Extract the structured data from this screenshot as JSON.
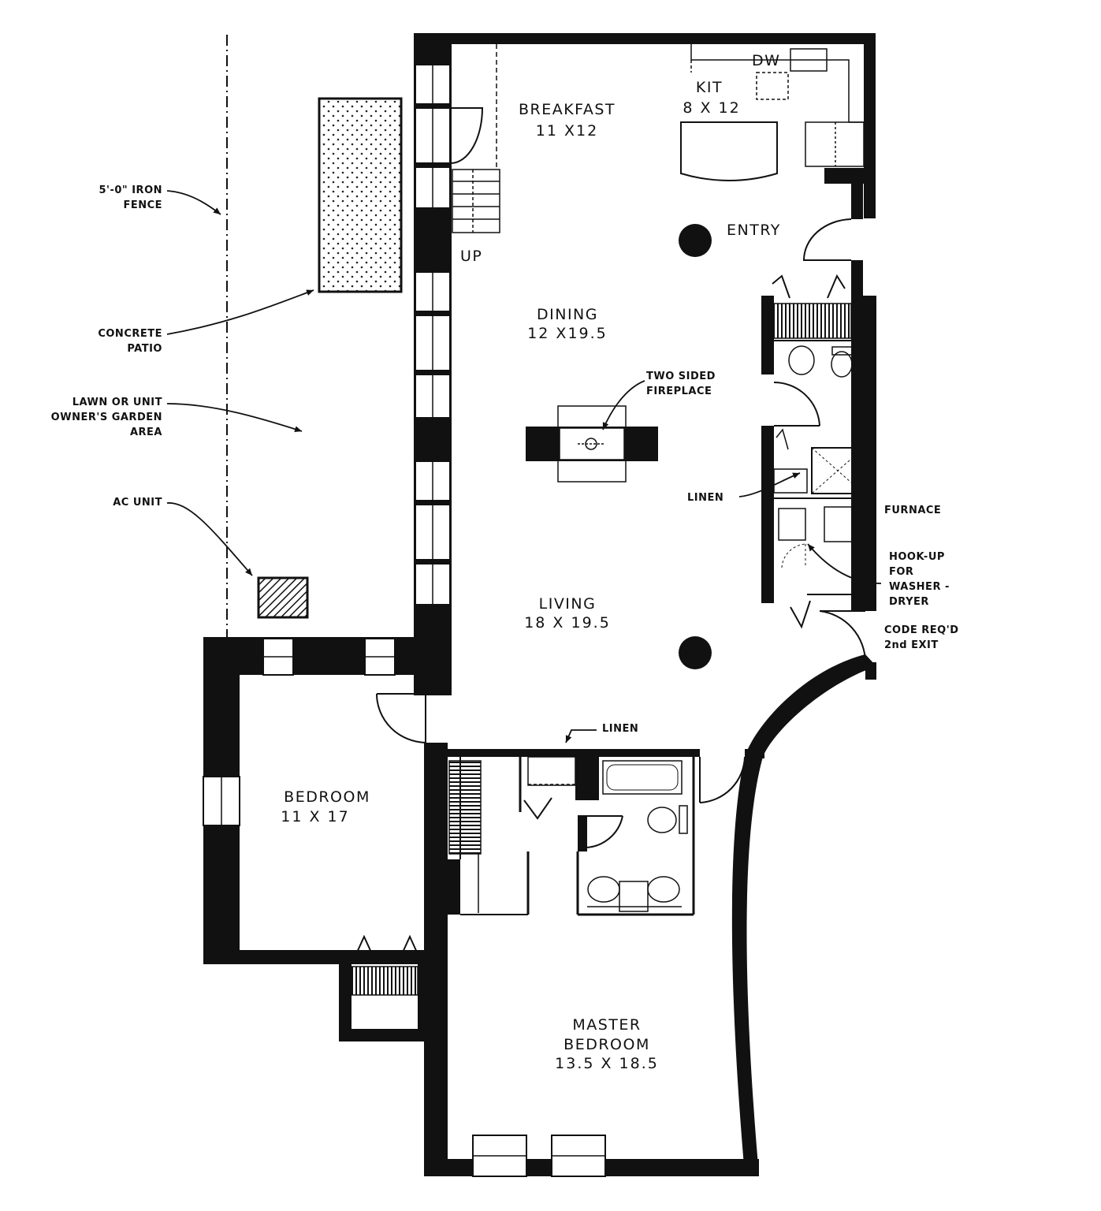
{
  "rooms": {
    "breakfast": {
      "name": "BREAKFAST",
      "dims": "11 X12"
    },
    "kitchen": {
      "name": "KIT",
      "dims": "8 X 12"
    },
    "dining": {
      "name": "DINING",
      "dims": "12 X19.5"
    },
    "living": {
      "name": "LIVING",
      "dims": "18 X 19.5"
    },
    "bedroom": {
      "name": "BEDROOM",
      "dims": "11 X 17"
    },
    "master": {
      "name": "MASTER BEDROOM",
      "dims": "13.5 X 18.5"
    }
  },
  "labels": {
    "dw": "DW",
    "up": "UP",
    "entry": "ENTRY",
    "fireplace": "TWO SIDED FIREPLACE",
    "linen_hall": "LINEN",
    "linen_bed": "LINEN",
    "furnace": "FURNACE",
    "washer": "HOOK-UP FOR WASHER - DRYER",
    "exit": "CODE REQ'D 2nd EXIT",
    "fence": "5'-0\" IRON FENCE",
    "patio": "CONCRETE PATIO",
    "lawn": "LAWN OR UNIT OWNER'S GARDEN AREA",
    "ac": "AC UNIT"
  }
}
